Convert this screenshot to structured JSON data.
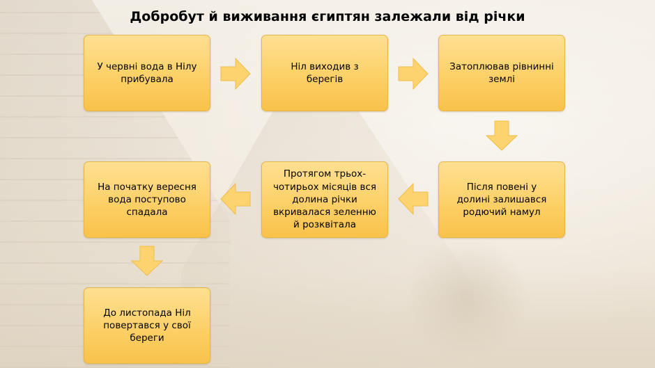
{
  "title": "Добробут й виживання єгиптян залежали від річки",
  "steps": [
    "У червні вода в Нілу прибувала",
    "Ніл виходив з берегів",
    "Затоплював рівнинні землі",
    "Після повені у долині залишався родючий намул",
    "Протягом трьох-чотирьох місяців вся долина річки вкривалася зеленню й розквітала",
    "На початку вересня вода поступово спадала",
    "До листопада Ніл повертався у свої береги"
  ],
  "colors": {
    "box_top": "#fee092",
    "box_bottom": "#f8c24a",
    "box_border": "#e7b54a",
    "arrow_fill": "#fcd36f",
    "arrow_stroke": "#f0bd4c"
  }
}
